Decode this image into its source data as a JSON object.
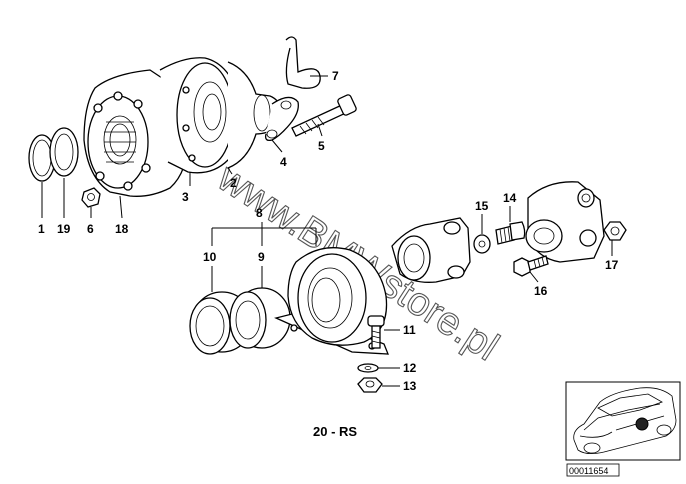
{
  "diagram": {
    "caption": "20 - RS",
    "watermark": "www.BMWstore.pl",
    "image_code": "00011654",
    "callouts": [
      {
        "id": "p1",
        "label": "1"
      },
      {
        "id": "p19",
        "label": "19"
      },
      {
        "id": "p6",
        "label": "6"
      },
      {
        "id": "p18",
        "label": "18"
      },
      {
        "id": "p3",
        "label": "3"
      },
      {
        "id": "p2",
        "label": "2"
      },
      {
        "id": "p4",
        "label": "4"
      },
      {
        "id": "p5",
        "label": "5"
      },
      {
        "id": "p7",
        "label": "7"
      },
      {
        "id": "p8",
        "label": "8"
      },
      {
        "id": "p10",
        "label": "10"
      },
      {
        "id": "p9",
        "label": "9"
      },
      {
        "id": "p11",
        "label": "11"
      },
      {
        "id": "p12",
        "label": "12"
      },
      {
        "id": "p13",
        "label": "13"
      },
      {
        "id": "p14",
        "label": "14"
      },
      {
        "id": "p15",
        "label": "15"
      },
      {
        "id": "p16",
        "label": "16"
      },
      {
        "id": "p17",
        "label": "17"
      }
    ]
  }
}
